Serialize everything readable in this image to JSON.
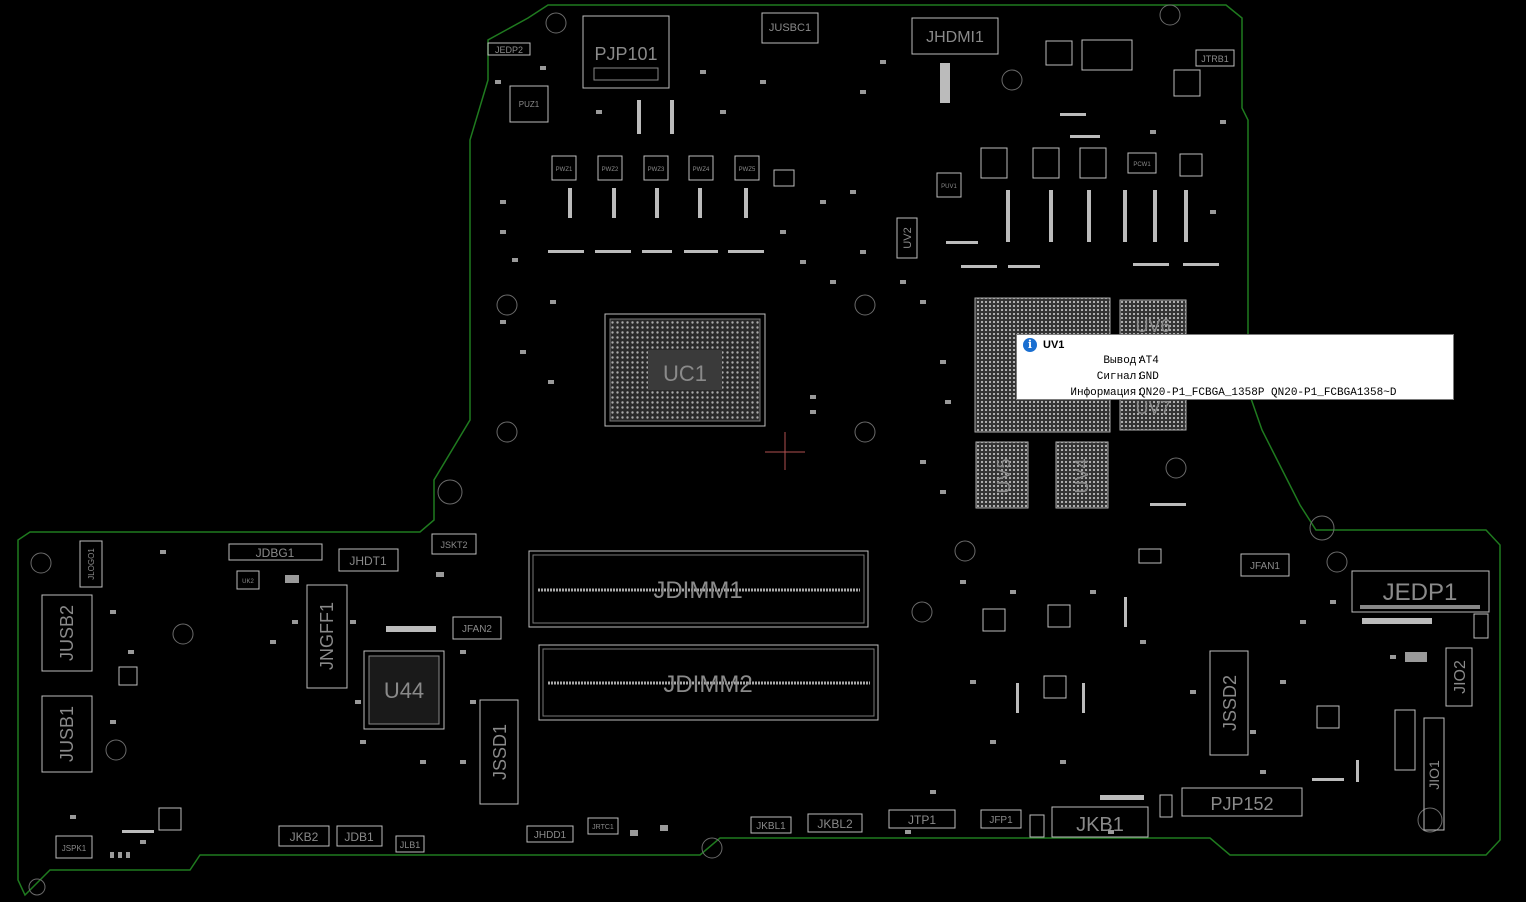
{
  "components": {
    "large": [
      "UC1",
      "U44",
      "JDIMM1",
      "JDIMM2",
      "JEDP1",
      "UV6",
      "UV7",
      "UV5",
      "UV4",
      "JKB1",
      "PJP152",
      "PJP101",
      "JHDMI1",
      "JNGFF1",
      "JSSD1",
      "JSSD2",
      "JUSB1",
      "JUSB2",
      "JIO1",
      "JIO2",
      "UV2"
    ],
    "small": [
      "JEDP2",
      "JUSBC1",
      "JTRB1",
      "PUZ1",
      "JDBG1",
      "JHDT1",
      "JSKT2",
      "JLOGO1",
      "JFAN2",
      "JFAN1",
      "JKB2",
      "JDB1",
      "JLB1",
      "JHDD1",
      "JRTC1",
      "JKBL1",
      "JKBL2",
      "JTP1",
      "JFP1",
      "JSPK1",
      "PWZ1",
      "PWZ2",
      "PWZ3",
      "PWZ4",
      "PWZ5",
      "PUV1",
      "PCW1",
      "UK2"
    ]
  },
  "tooltip": {
    "title": "UV1",
    "rows": [
      {
        "key": "Вывод:",
        "value": "AT4"
      },
      {
        "key": "Сигнал:",
        "value": "GND"
      },
      {
        "key": "Информация:",
        "value": "QN20-P1_FCBGA_1358P QN20-P1_FCBGA1358~D"
      }
    ]
  },
  "colors": {
    "board_outline": "#1f7a1f",
    "silkscreen": "#bdbdbd",
    "label": "#8a8a8a",
    "cursor": "#b05050",
    "info_icon": "#1a6fd1"
  }
}
